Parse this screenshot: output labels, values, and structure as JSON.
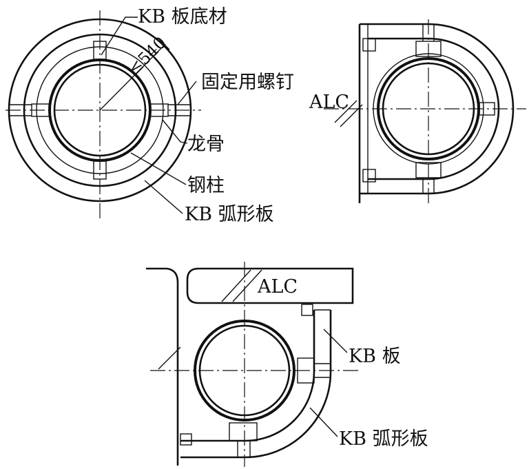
{
  "figure": {
    "top_left": {
      "labels": {
        "kb_base": "KB 板底材",
        "dimension": "≤540",
        "screw": "固定用螺钉",
        "keel": "龙骨",
        "steel_column": "钢柱",
        "kb_arc_panel": "KB 弧形板"
      }
    },
    "top_right": {
      "labels": {
        "alc": "ALC"
      }
    },
    "bottom": {
      "labels": {
        "alc": "ALC",
        "kb_panel": "KB 板",
        "kb_arc_panel": "KB 弧形板"
      }
    }
  },
  "colors": {
    "ink": "#111111",
    "background": "#ffffff"
  }
}
